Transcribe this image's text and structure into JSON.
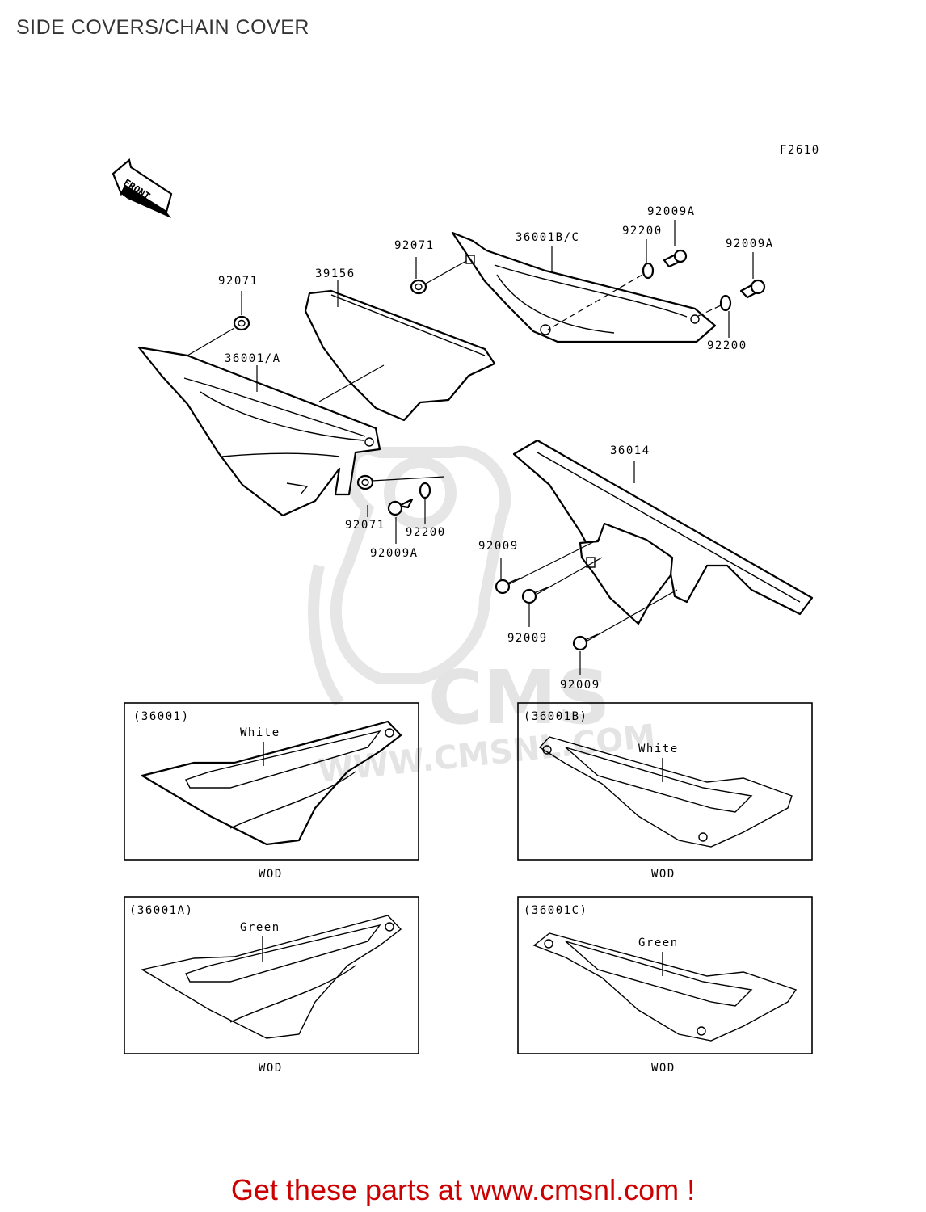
{
  "title": "SIDE COVERS/CHAIN COVER",
  "figure_code": "F2610",
  "front_label": "FRONT",
  "watermark": {
    "logo": "CMS",
    "url": "WWW.CMSNL.COM"
  },
  "parts": {
    "p92071_top": "92071",
    "p39156": "39156",
    "p36001A": "36001/A",
    "p92071_right": "92071",
    "p36001BC": "36001B/C",
    "p92200_top": "92200",
    "p92009A_top": "92009A",
    "p92009A_right": "92009A",
    "p92200_right": "92200",
    "p36014": "36014",
    "p92071_bottom": "92071",
    "p92200_bottom": "92200",
    "p92009A_bottom": "92009A",
    "p92009_a": "92009",
    "p92009_b": "92009",
    "p92009_c": "92009"
  },
  "variants": [
    {
      "code": "(36001)",
      "color": "White",
      "caption": "WOD"
    },
    {
      "code": "(36001B)",
      "color": "White",
      "caption": "WOD"
    },
    {
      "code": "(36001A)",
      "color": "Green",
      "caption": "WOD"
    },
    {
      "code": "(36001C)",
      "color": "Green",
      "caption": "WOD"
    }
  ],
  "footer": "Get these parts at www.cmsnl.com !",
  "colors": {
    "footer": "#cc0000",
    "title": "#333333"
  }
}
